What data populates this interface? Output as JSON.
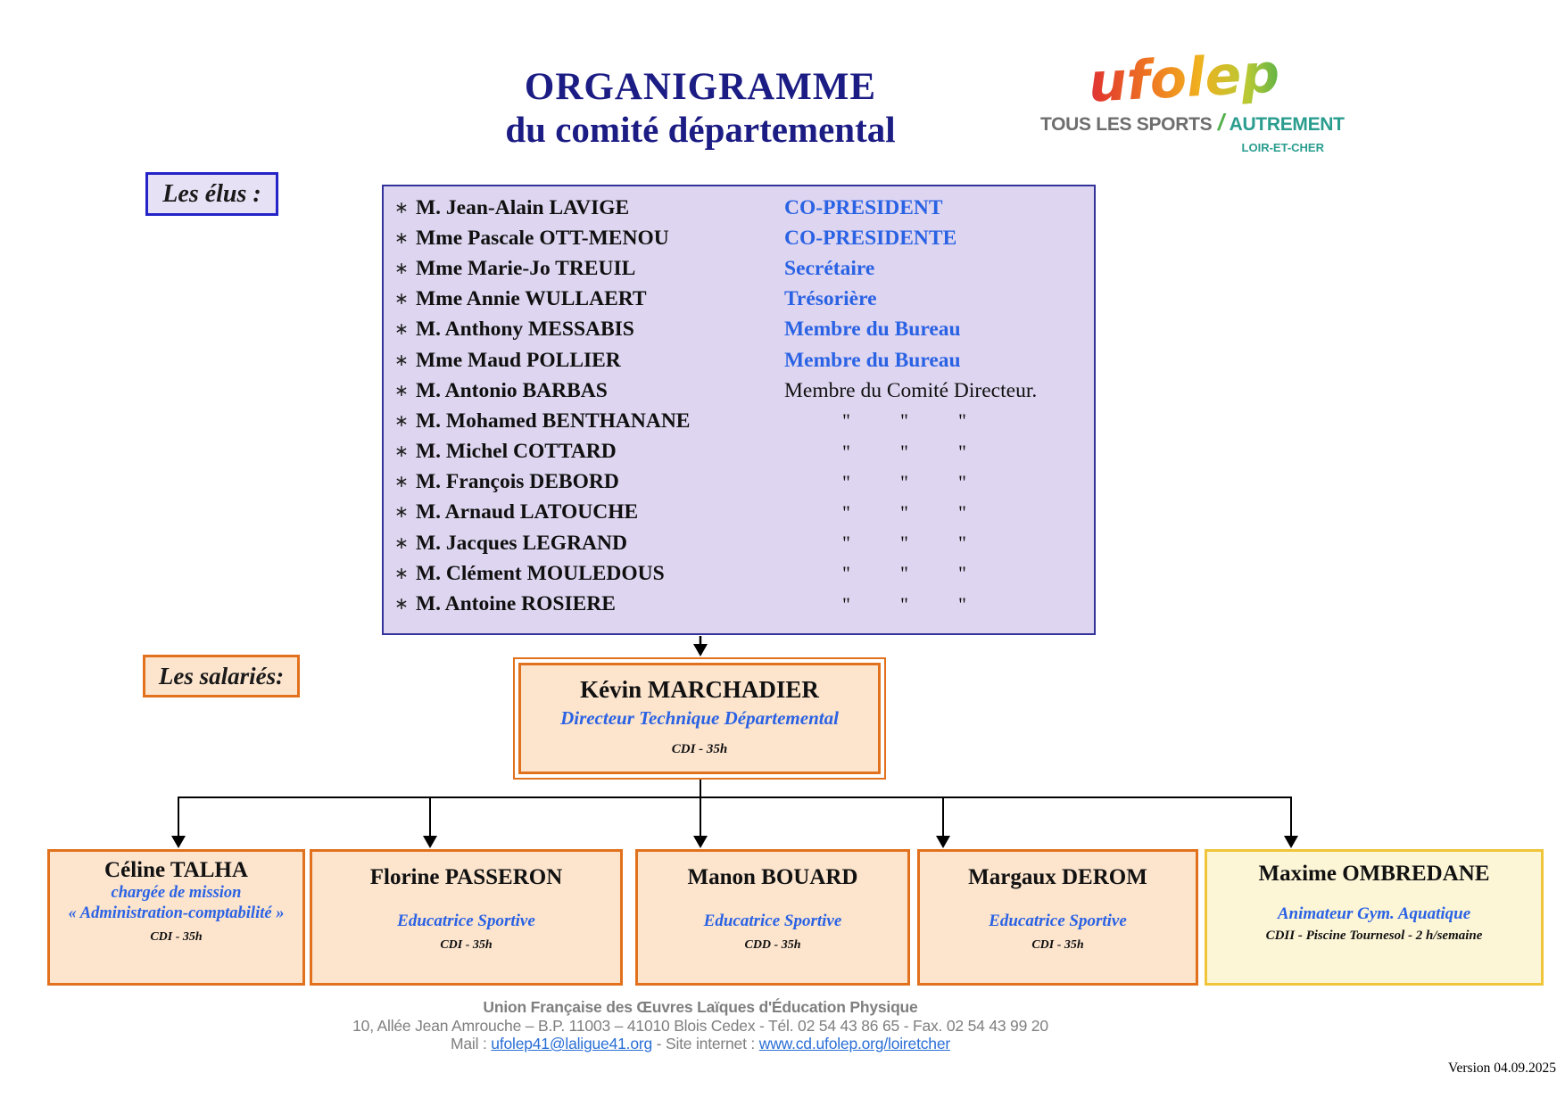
{
  "page": {
    "title_line1": "ORGANIGRAMME",
    "title_line2": "du comité départemental",
    "version": "Version 04.09.2025"
  },
  "logo": {
    "wordmark": "ufolep",
    "tagline_gray": "TOUS LES SPORTS",
    "tagline_slash": "/",
    "tagline_teal": "AUTREMENT",
    "region": "LOIR-ET-CHER"
  },
  "labels": {
    "elus": "Les élus :",
    "salaries": "Les salariés:"
  },
  "list_bullet": "∗",
  "elus": [
    {
      "name": "M. Jean-Alain LAVIGE",
      "role": "CO-PRESIDENT",
      "role_style": "blue"
    },
    {
      "name": "Mme Pascale OTT-MENOU",
      "role": "CO-PRESIDENTE",
      "role_style": "blue"
    },
    {
      "name": "Mme Marie-Jo TREUIL",
      "role": "Secrétaire",
      "role_style": "blue"
    },
    {
      "name": "Mme Annie WULLAERT",
      "role": "Trésorière",
      "role_style": "blue"
    },
    {
      "name": "M. Anthony MESSABIS",
      "role": "Membre du Bureau",
      "role_style": "blue"
    },
    {
      "name": "Mme Maud POLLIER",
      "role": "Membre du Bureau",
      "role_style": "blue"
    },
    {
      "name": "M. Antonio BARBAS",
      "role": "Membre du Comité Directeur.",
      "role_style": "black"
    },
    {
      "name": "M. Mohamed BENTHANANE",
      "role_style": "ditto",
      "ditto": "\""
    },
    {
      "name": "M. Michel COTTARD",
      "role_style": "ditto",
      "ditto": "\""
    },
    {
      "name": "M. François DEBORD",
      "role_style": "ditto",
      "ditto": "\""
    },
    {
      "name": "M. Arnaud LATOUCHE",
      "role_style": "ditto",
      "ditto": "\""
    },
    {
      "name": "M. Jacques LEGRAND",
      "role_style": "ditto",
      "ditto": "\""
    },
    {
      "name": "M. Clément MOULEDOUS",
      "role_style": "ditto",
      "ditto": "\""
    },
    {
      "name": "M. Antoine ROSIERE",
      "role_style": "ditto",
      "ditto": "\""
    }
  ],
  "director": {
    "name": "Kévin MARCHADIER",
    "role": "Directeur Technique Départemental",
    "contract": "CDI - 35h"
  },
  "staff": [
    {
      "name": "Céline TALHA",
      "role_lines": [
        "chargée de mission",
        "« Administration-comptabilité »"
      ],
      "contract": "CDI - 35h"
    },
    {
      "name": "Florine PASSERON",
      "role_lines": [
        "Educatrice Sportive"
      ],
      "contract": "CDI - 35h"
    },
    {
      "name": "Manon BOUARD",
      "role_lines": [
        "Educatrice Sportive"
      ],
      "contract": "CDD - 35h"
    },
    {
      "name": "Margaux DEROM",
      "role_lines": [
        "Educatrice Sportive"
      ],
      "contract": "CDI - 35h"
    },
    {
      "name": "Maxime OMBREDANE",
      "role_lines": [
        "Animateur Gym. Aquatique"
      ],
      "contract": "CDII - Piscine Tournesol - 2 h/semaine"
    }
  ],
  "footer": {
    "org": "Union Française des Œuvres Laïques d'Éducation Physique",
    "address": "10, Allée Jean Amrouche – B.P. 11003 – 41010 Blois Cedex - Tél. 02 54 43 86 65 - Fax. 02 54 43 99 20",
    "mail_prefix": "Mail : ",
    "mail_link": "ufolep41@laligue41.org",
    "between_links": " - Site internet : ",
    "site_link": "www.cd.ufolep.org/loiretcher"
  },
  "colors": {
    "title_navy": "#1c1c85",
    "role_blue": "#2a62e4",
    "lavender_bg": "#ded6f0",
    "lavender_label_bg": "#e7e1f6",
    "blue_border": "#2323c8",
    "peach_bg": "#fce4cd",
    "orange_border": "#e2711d",
    "yellow_bg": "#fcf5d6",
    "yellow_border": "#f0c53a",
    "teal": "#2a9d8f",
    "footer_gray": "#7f7f7f",
    "link_blue": "#2a6fd6"
  }
}
